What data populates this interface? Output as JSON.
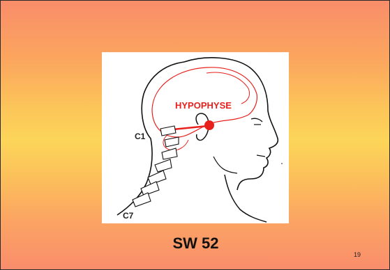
{
  "slide": {
    "labels": {
      "hypophyse": "HYPOPHYSE",
      "c1": "C1",
      "c7": "C7"
    },
    "caption": "SW 52",
    "page_number": "19"
  },
  "colors": {
    "background_top": "#f98d6a",
    "background_middle": "#fcd559",
    "background_bottom": "#f98d6c",
    "marker_red": "#e8201c",
    "line_black": "#111111"
  }
}
